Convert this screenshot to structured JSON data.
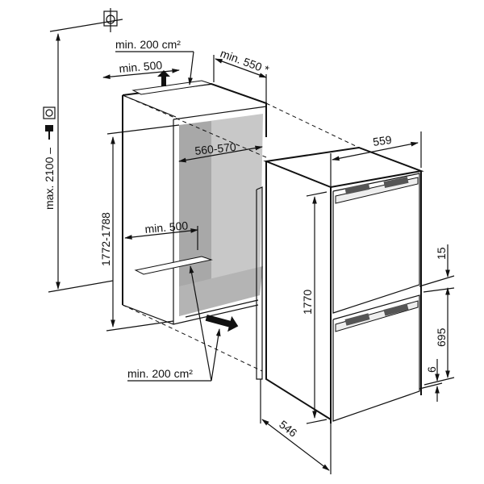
{
  "labels": {
    "top_vent_area": "min. 200 cm²",
    "top_vent_width": "min. 500",
    "niche_depth": "min. 550 *",
    "max_height": "max. 2100 –",
    "niche_height": "1772-1788",
    "niche_width": "560-570",
    "bottom_vent_width": "min. 500",
    "bottom_vent_area": "min. 200 cm²",
    "appliance_width": "559",
    "appliance_height": "1770",
    "door_gap": "15",
    "lower_door_height": "695",
    "bottom_offset": "6",
    "appliance_depth": "546"
  },
  "icons": [
    "wall-socket-icon",
    "plug-icon",
    "water-connection-icon",
    "vent-arrow-icon"
  ],
  "colors": {
    "line": "#111111",
    "niche_interior": "#c8c8c8",
    "niche_interior_dark": "#a8a8a8"
  }
}
